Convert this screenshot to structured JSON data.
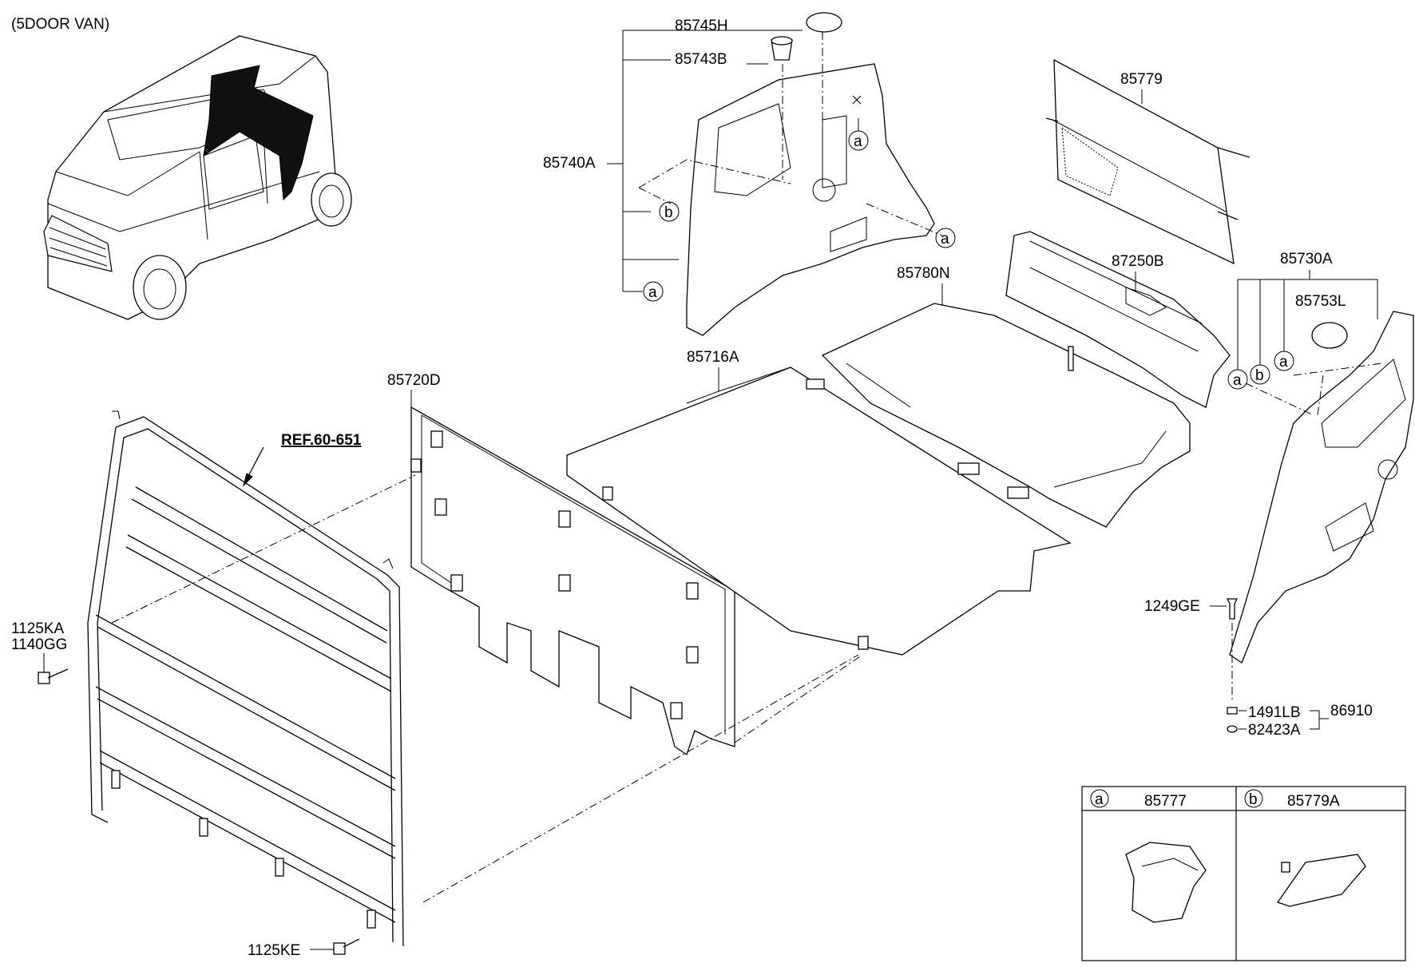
{
  "title": "(5DOOR VAN)",
  "ref_label": "REF.60-651",
  "labels": {
    "p85745H": "85745H",
    "p85743B": "85743B",
    "p85740A": "85740A",
    "p85779": "85779",
    "p87250B": "87250B",
    "p85780N": "85780N",
    "p85716A": "85716A",
    "p85720D": "85720D",
    "p85730A": "85730A",
    "p85753L": "85753L",
    "p1125KA": "1125KA",
    "p1140GG": "1140GG",
    "p1125KE": "1125KE",
    "p1249GE": "1249GE",
    "p1491LB": "1491LB",
    "p82423A": "82423A",
    "p86910": "86910"
  },
  "callouts": {
    "a": "a",
    "b": "b"
  },
  "legend": {
    "a_code": "85777",
    "b_code": "85779A"
  }
}
